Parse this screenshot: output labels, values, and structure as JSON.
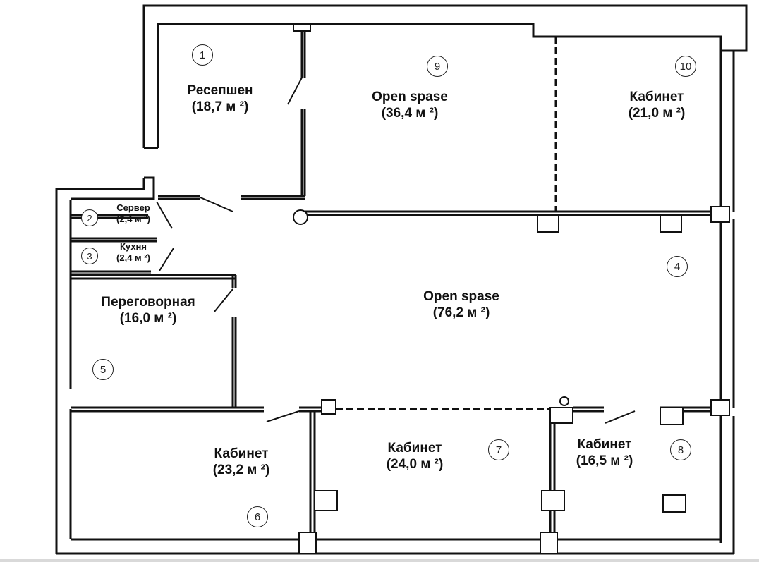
{
  "rooms": [
    {
      "number": "1",
      "name": "Ресепшен",
      "area": "(18,7 м ²)"
    },
    {
      "number": "2",
      "name": "Сервер",
      "area": "(2,4 м ²)"
    },
    {
      "number": "3",
      "name": "Кухня",
      "area": "(2,4 м ²)"
    },
    {
      "number": "4",
      "name": "Open spase",
      "area": "(76,2 м ²)"
    },
    {
      "number": "5",
      "name": "Переговорная",
      "area": "(16,0 м ²)"
    },
    {
      "number": "6",
      "name": "Кабинет",
      "area": "(23,2 м ²)"
    },
    {
      "number": "7",
      "name": "Кабинет",
      "area": "(24,0 м ²)"
    },
    {
      "number": "8",
      "name": "Кабинет",
      "area": "(16,5 м ²)"
    },
    {
      "number": "9",
      "name": "Open spase",
      "area": "(36,4 м ²)"
    },
    {
      "number": "10",
      "name": "Кабинет",
      "area": "(21,0 м ²)"
    }
  ]
}
